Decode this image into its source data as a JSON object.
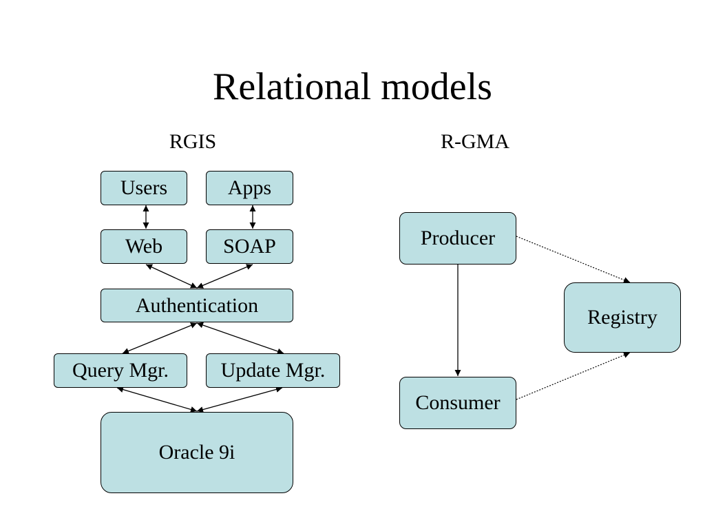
{
  "slide": {
    "title": "Relational models"
  },
  "rgis": {
    "title": "RGIS",
    "nodes": {
      "users": "Users",
      "apps": "Apps",
      "web": "Web",
      "soap": "SOAP",
      "authentication": "Authentication",
      "query_mgr": "Query Mgr.",
      "update_mgr": "Update Mgr.",
      "oracle": "Oracle 9i"
    }
  },
  "rgma": {
    "title": "R-GMA",
    "nodes": {
      "producer": "Producer",
      "consumer": "Consumer",
      "registry": "Registry"
    }
  },
  "colors": {
    "node_fill": "#bde0e3",
    "border": "#000000"
  },
  "edges": [
    {
      "from": "users",
      "to": "web",
      "style": "solid",
      "arrows": "both"
    },
    {
      "from": "apps",
      "to": "soap",
      "style": "solid",
      "arrows": "both"
    },
    {
      "from": "web",
      "to": "authentication",
      "style": "solid",
      "arrows": "both"
    },
    {
      "from": "soap",
      "to": "authentication",
      "style": "solid",
      "arrows": "both"
    },
    {
      "from": "authentication",
      "to": "query_mgr",
      "style": "solid",
      "arrows": "both"
    },
    {
      "from": "authentication",
      "to": "update_mgr",
      "style": "solid",
      "arrows": "both"
    },
    {
      "from": "query_mgr",
      "to": "oracle",
      "style": "solid",
      "arrows": "both"
    },
    {
      "from": "update_mgr",
      "to": "oracle",
      "style": "solid",
      "arrows": "both"
    },
    {
      "from": "producer",
      "to": "consumer",
      "style": "solid",
      "arrows": "forward"
    },
    {
      "from": "producer",
      "to": "registry",
      "style": "dotted",
      "arrows": "forward"
    },
    {
      "from": "consumer",
      "to": "registry",
      "style": "dotted",
      "arrows": "forward"
    }
  ]
}
